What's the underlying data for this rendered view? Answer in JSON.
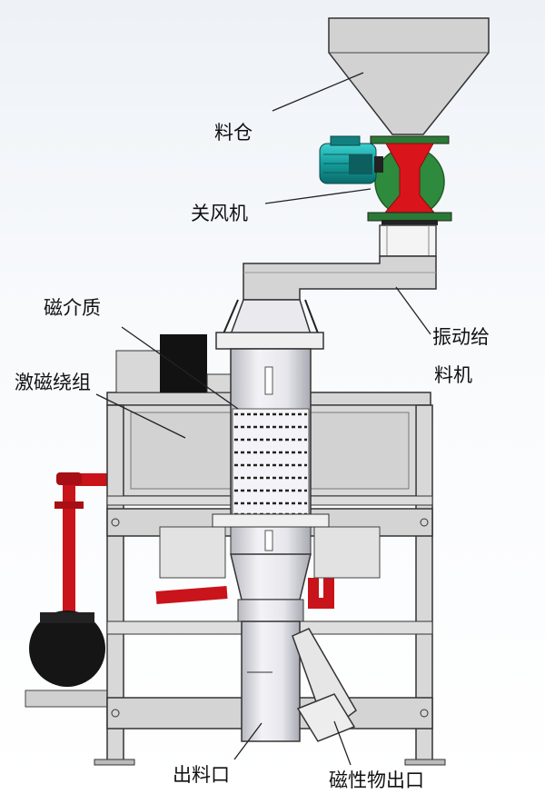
{
  "labels": {
    "hopper": "料仓",
    "airlock": "关风机",
    "vibrating_feeder_1": "振动给",
    "vibrating_feeder_2": "料机",
    "magnetic_medium": "磁介质",
    "excitation_coil": "激磁绕组",
    "material_outlet": "出料口",
    "magnetic_outlet": "磁性物出口"
  },
  "colors": {
    "machine_gray": "#cfcfcf",
    "outline": "#3a3a3a",
    "motor_teal": "#1aa3a3",
    "red_valve": "#d9141b",
    "green_housing": "#2e8a3c",
    "red_pipe": "#c8141a",
    "pump_black": "#151515",
    "column_white": "#e8e8ee"
  }
}
